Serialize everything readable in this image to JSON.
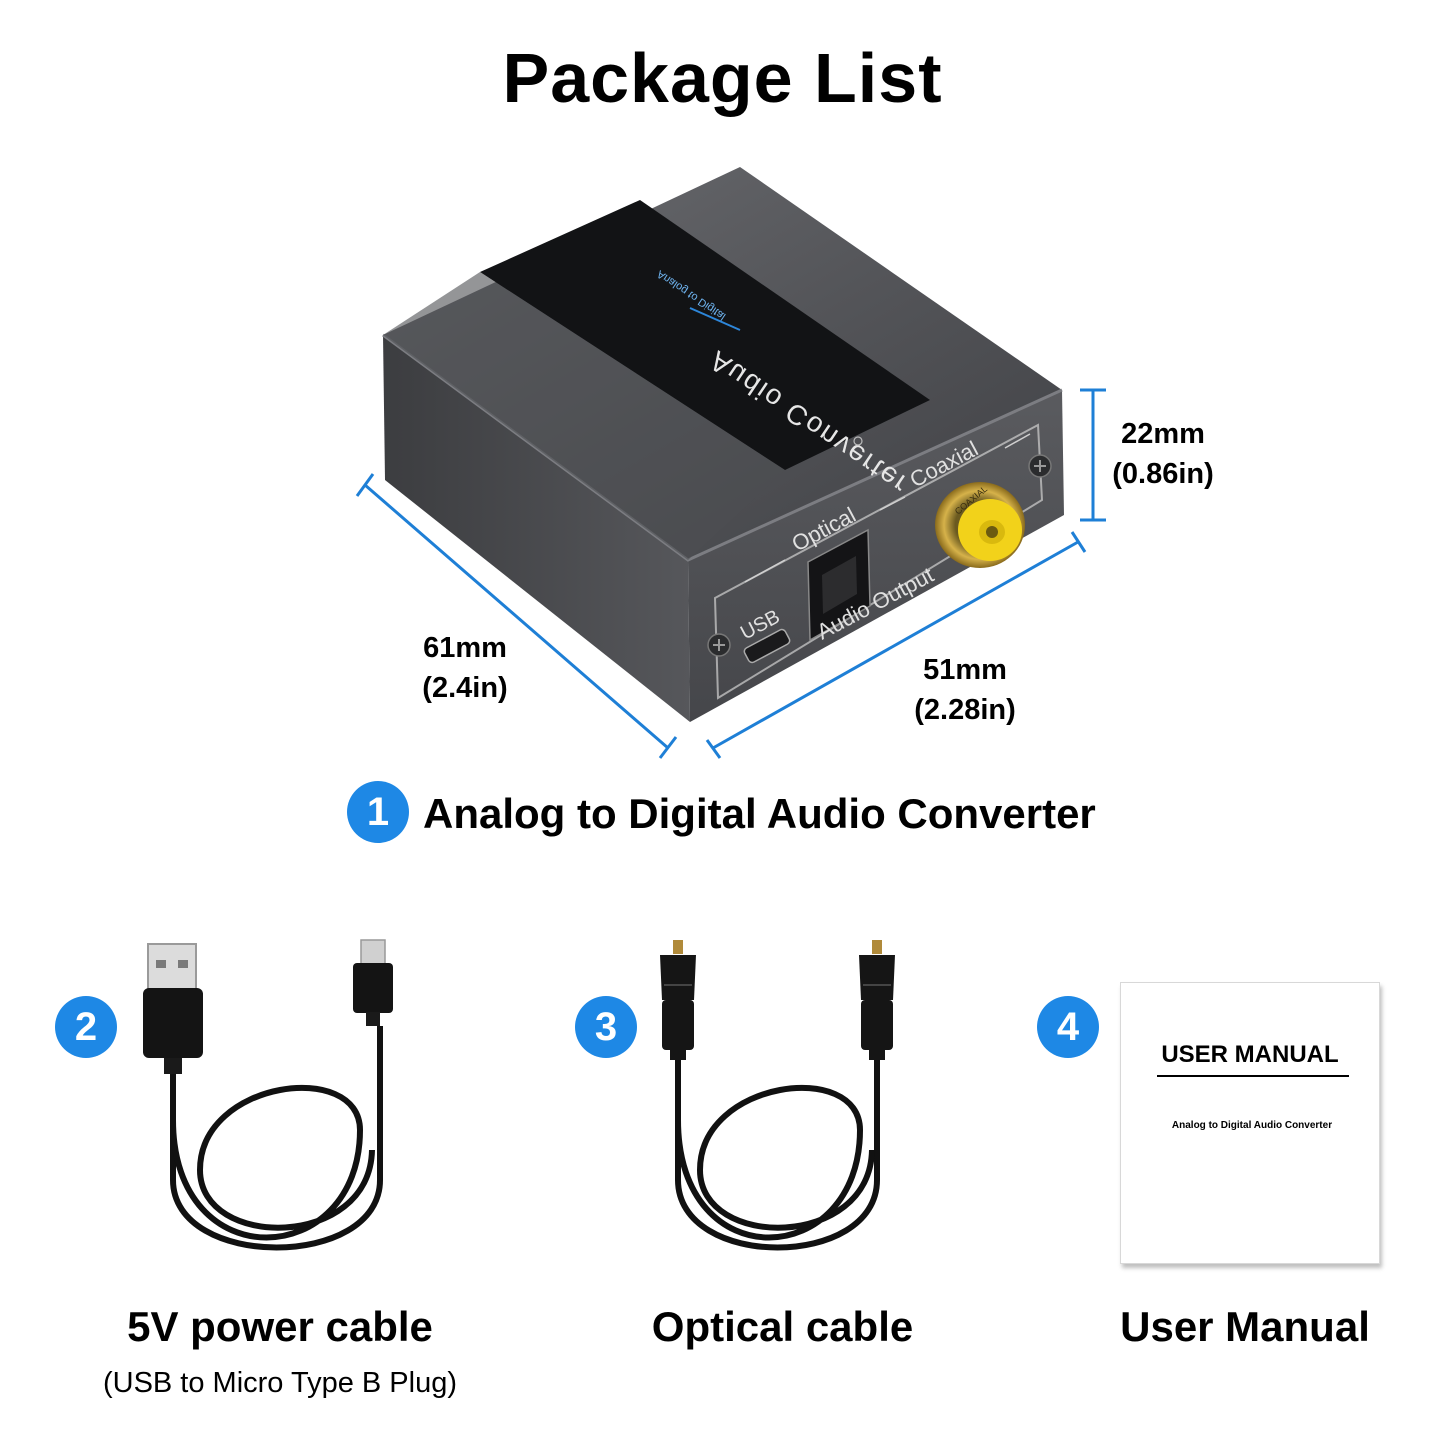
{
  "title": "Package List",
  "device": {
    "top_label": "Audio Converter",
    "top_sublabel": "Analog to Digital",
    "ports": {
      "usb": "USB",
      "optical": "Optical",
      "coaxial": "Coaxial",
      "output": "Audio Output",
      "coax_jack": "COAXIAL"
    }
  },
  "dimensions": {
    "height_mm": "22mm",
    "height_in": "(0.86in)",
    "depth_mm": "61mm",
    "depth_in": "(2.4in)",
    "width_mm": "51mm",
    "width_in": "(2.28in)"
  },
  "items": [
    {
      "number": "1",
      "label": "Analog to Digital Audio Converter"
    },
    {
      "number": "2",
      "label": "5V power cable",
      "sublabel": "(USB to Micro Type B Plug)"
    },
    {
      "number": "3",
      "label": "Optical cable"
    },
    {
      "number": "4",
      "label": "User Manual"
    }
  ],
  "manual": {
    "cover_title": "USER MANUAL",
    "cover_subtitle": "Analog to Digital Audio Converter"
  },
  "colors": {
    "badge": "#1e88e5",
    "dimension_line": "#1e7fd6",
    "device_body": "#4a4b4e",
    "coax_insulator": "#f2d21a"
  }
}
